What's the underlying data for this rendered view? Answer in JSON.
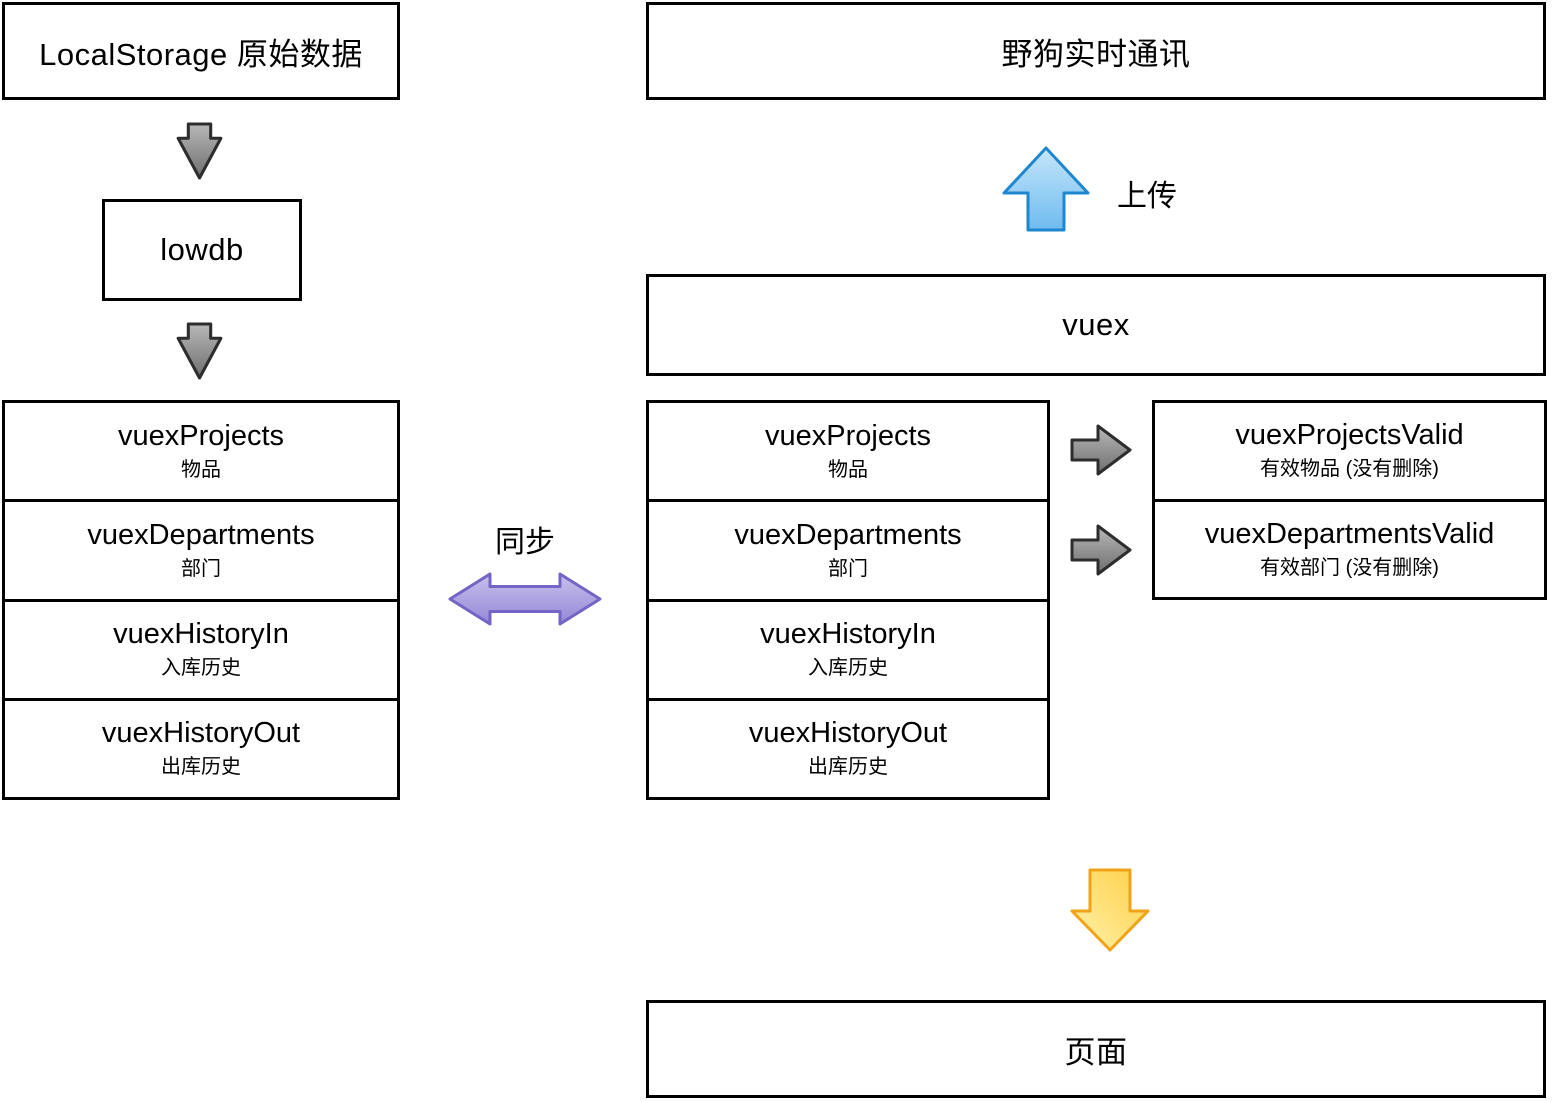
{
  "colors": {
    "box_border": "#000000",
    "gray_arrow_fill_top": "#b8b8b8",
    "gray_arrow_fill_bottom": "#6e6e6e",
    "gray_arrow_stroke": "#2d2d2d",
    "purple_arrow_fill_top": "#c7c0ec",
    "purple_arrow_fill_bottom": "#9488d6",
    "purple_arrow_stroke": "#7265c6",
    "blue_arrow_fill_top": "#c5e6fb",
    "blue_arrow_fill_bottom": "#6fbbee",
    "blue_arrow_stroke": "#1f87cf",
    "yellow_arrow_fill_light": "#fff2ad",
    "yellow_arrow_fill_dark": "#ffcf45",
    "yellow_arrow_stroke": "#f0a319"
  },
  "left_flow": {
    "localstorage_label": "LocalStorage 原始数据",
    "lowdb_label": "lowdb",
    "stack": [
      {
        "title": "vuexProjects",
        "subtitle": "物品"
      },
      {
        "title": "vuexDepartments",
        "subtitle": "部门"
      },
      {
        "title": "vuexHistoryIn",
        "subtitle": "入库历史"
      },
      {
        "title": "vuexHistoryOut",
        "subtitle": "出库历史"
      }
    ]
  },
  "sync": {
    "label": "同步"
  },
  "right_flow": {
    "wilddog_label": "野狗实时通讯",
    "upload_label": "上传",
    "vuex_label": "vuex",
    "stack": [
      {
        "title": "vuexProjects",
        "subtitle": "物品"
      },
      {
        "title": "vuexDepartments",
        "subtitle": "部门"
      },
      {
        "title": "vuexHistoryIn",
        "subtitle": "入库历史"
      },
      {
        "title": "vuexHistoryOut",
        "subtitle": "出库历史"
      }
    ],
    "valid_stack": [
      {
        "title": "vuexProjectsValid",
        "subtitle": "有效物品 (没有删除)"
      },
      {
        "title": "vuexDepartmentsValid",
        "subtitle": "有效部门 (没有删除)"
      }
    ],
    "page_label": "页面"
  }
}
